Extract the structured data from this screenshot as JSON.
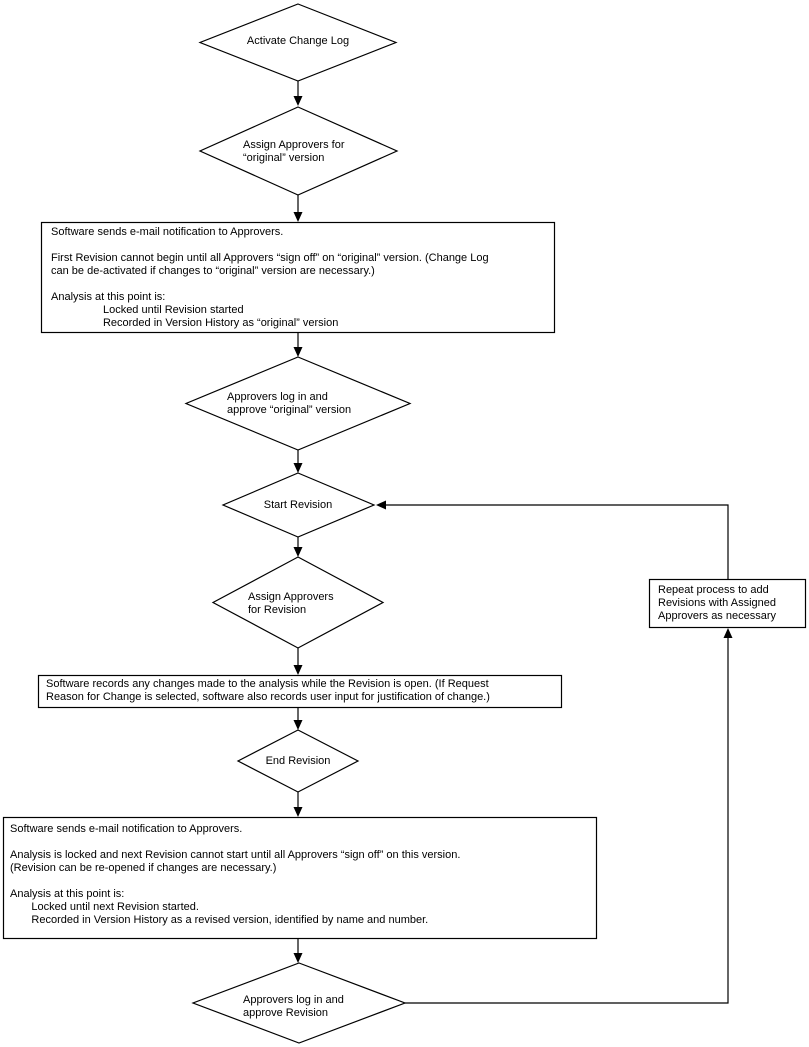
{
  "diagram": {
    "background_color": "#ffffff",
    "line_color": "#000000",
    "nodes": {
      "activate_change_log": {
        "shape": "diamond",
        "label": "Activate Change Log"
      },
      "assign_approvers_original": {
        "shape": "diamond",
        "label": "Assign Approvers for\n“original” version"
      },
      "email_notification_original": {
        "shape": "rectangle",
        "label": "Software sends e-mail notification to Approvers.\n\nFirst Revision cannot begin until all Approvers “sign off” on “original” version. (Change Log\ncan be de-activated if changes to “original” version are necessary.)\n\nAnalysis at this point is:\n                 Locked until Revision started\n                 Recorded in Version History as “original” version"
      },
      "approvers_approve_original": {
        "shape": "diamond",
        "label": "Approvers log in and\napprove “original” version"
      },
      "start_revision": {
        "shape": "diamond",
        "label": "Start Revision"
      },
      "assign_approvers_revision": {
        "shape": "diamond",
        "label": "Assign Approvers\nfor Revision"
      },
      "record_changes": {
        "shape": "rectangle",
        "label": "Software records any changes made to the analysis while the Revision is open. (If Request\nReason for Change is selected, software also records user input for justification of change.)"
      },
      "end_revision": {
        "shape": "diamond",
        "label": "End Revision"
      },
      "email_notification_revision": {
        "shape": "rectangle",
        "label": "Software sends e-mail notification to Approvers.\n\nAnalysis is locked and next Revision cannot start until all Approvers “sign off” on this version.\n(Revision can be re-opened if changes are necessary.)\n\nAnalysis at this point is:\n       Locked until next Revision started.\n       Recorded in Version History as a revised version, identified by name and number."
      },
      "approvers_approve_revision": {
        "shape": "diamond",
        "label": "Approvers log in and\napprove Revision"
      },
      "repeat_process_note": {
        "shape": "rectangle",
        "label": "Repeat process to add\nRevisions with Assigned\nApprovers as necessary"
      }
    }
  }
}
